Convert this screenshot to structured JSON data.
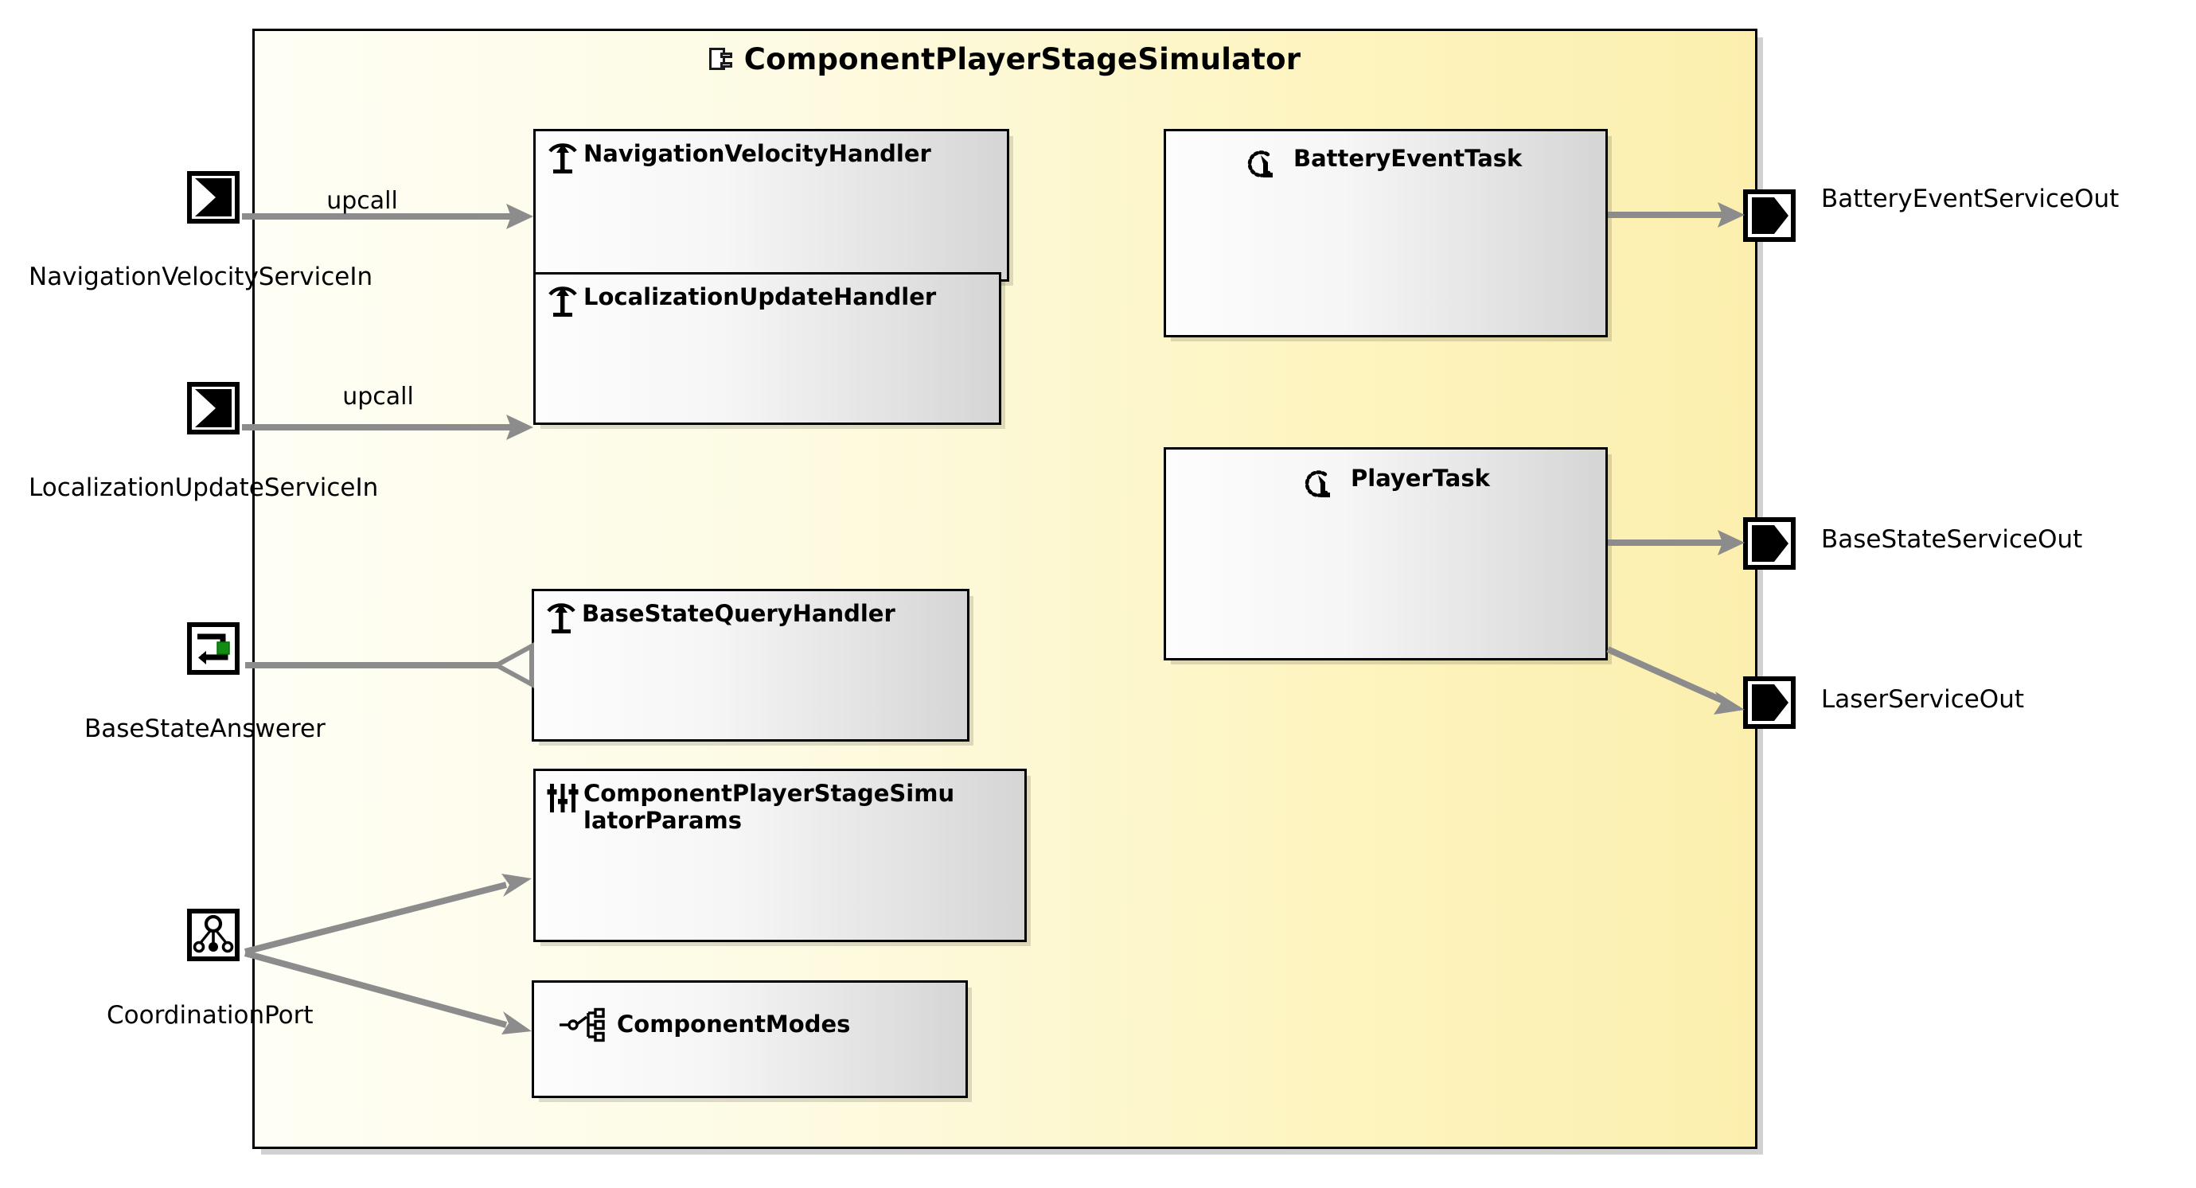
{
  "component": {
    "title": "ComponentPlayerStageSimulator",
    "icon": "component-icon",
    "fill_left": "#fefef5",
    "fill_right": "#fcefae",
    "border": "#000000"
  },
  "input_ports": [
    {
      "label": "NavigationVelocityServiceIn",
      "icon": "input-service-port-icon"
    },
    {
      "label": "LocalizationUpdateServiceIn",
      "icon": "input-service-port-icon"
    },
    {
      "label": "BaseStateAnswerer",
      "icon": "answerer-port-icon",
      "accent": "#128c12"
    },
    {
      "label": "CoordinationPort",
      "icon": "coordination-port-icon"
    }
  ],
  "output_ports": [
    {
      "label": "BatteryEventServiceOut",
      "icon": "output-service-port-icon"
    },
    {
      "label": "BaseStateServiceOut",
      "icon": "output-service-port-icon"
    },
    {
      "label": "LaserServiceOut",
      "icon": "output-service-port-icon"
    }
  ],
  "handlers": [
    {
      "label": "NavigationVelocityHandler",
      "icon": "upcall-handler-icon"
    },
    {
      "label": "LocalizationUpdateHandler",
      "icon": "upcall-handler-icon"
    },
    {
      "label": "BaseStateQueryHandler",
      "icon": "upcall-handler-icon"
    }
  ],
  "params_box": {
    "label": "ComponentPlayerStageSimu\nlatorParams",
    "icon": "sliders-icon"
  },
  "modes_box": {
    "label": "ComponentModes",
    "icon": "state-modes-icon"
  },
  "tasks": [
    {
      "label": "BatteryEventTask",
      "icon": "task-loop-icon"
    },
    {
      "label": "PlayerTask",
      "icon": "task-loop-icon"
    }
  ],
  "connector_labels": {
    "upcall_1": "upcall",
    "upcall_2": "upcall"
  }
}
